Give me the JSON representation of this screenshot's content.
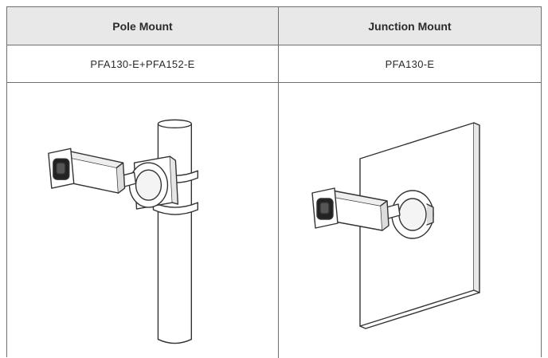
{
  "table": {
    "headers": [
      "Pole Mount",
      "Junction Mount"
    ],
    "models": [
      "PFA130-E+PFA152-E",
      "PFA130-E"
    ]
  },
  "illustrations": {
    "pole_mount": "bullet camera on pole mount bracket",
    "junction_mount": "bullet camera on junction box on wall"
  },
  "colors": {
    "header_bg": "#e8e8e8",
    "border": "#6f6f6f",
    "line": "#333333"
  }
}
